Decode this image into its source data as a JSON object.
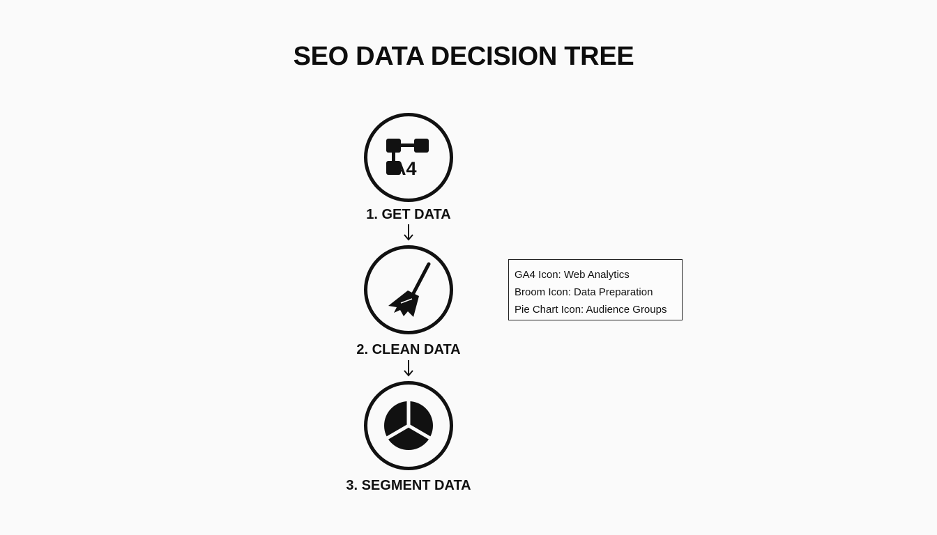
{
  "title": "SEO DATA DECISION TREE",
  "steps": [
    {
      "label": "1. GET DATA",
      "icon": "ga4-icon",
      "icon_text": "A4"
    },
    {
      "label": "2. CLEAN DATA",
      "icon": "broom-icon"
    },
    {
      "label": "3. SEGMENT DATA",
      "icon": "pie-chart-icon"
    }
  ],
  "legend": {
    "items": [
      "GA4 Icon: Web Analytics",
      "Broom Icon: Data Preparation",
      "Pie Chart Icon: Audience Groups"
    ]
  },
  "colors": {
    "ink": "#111111",
    "background": "#fafafa"
  }
}
